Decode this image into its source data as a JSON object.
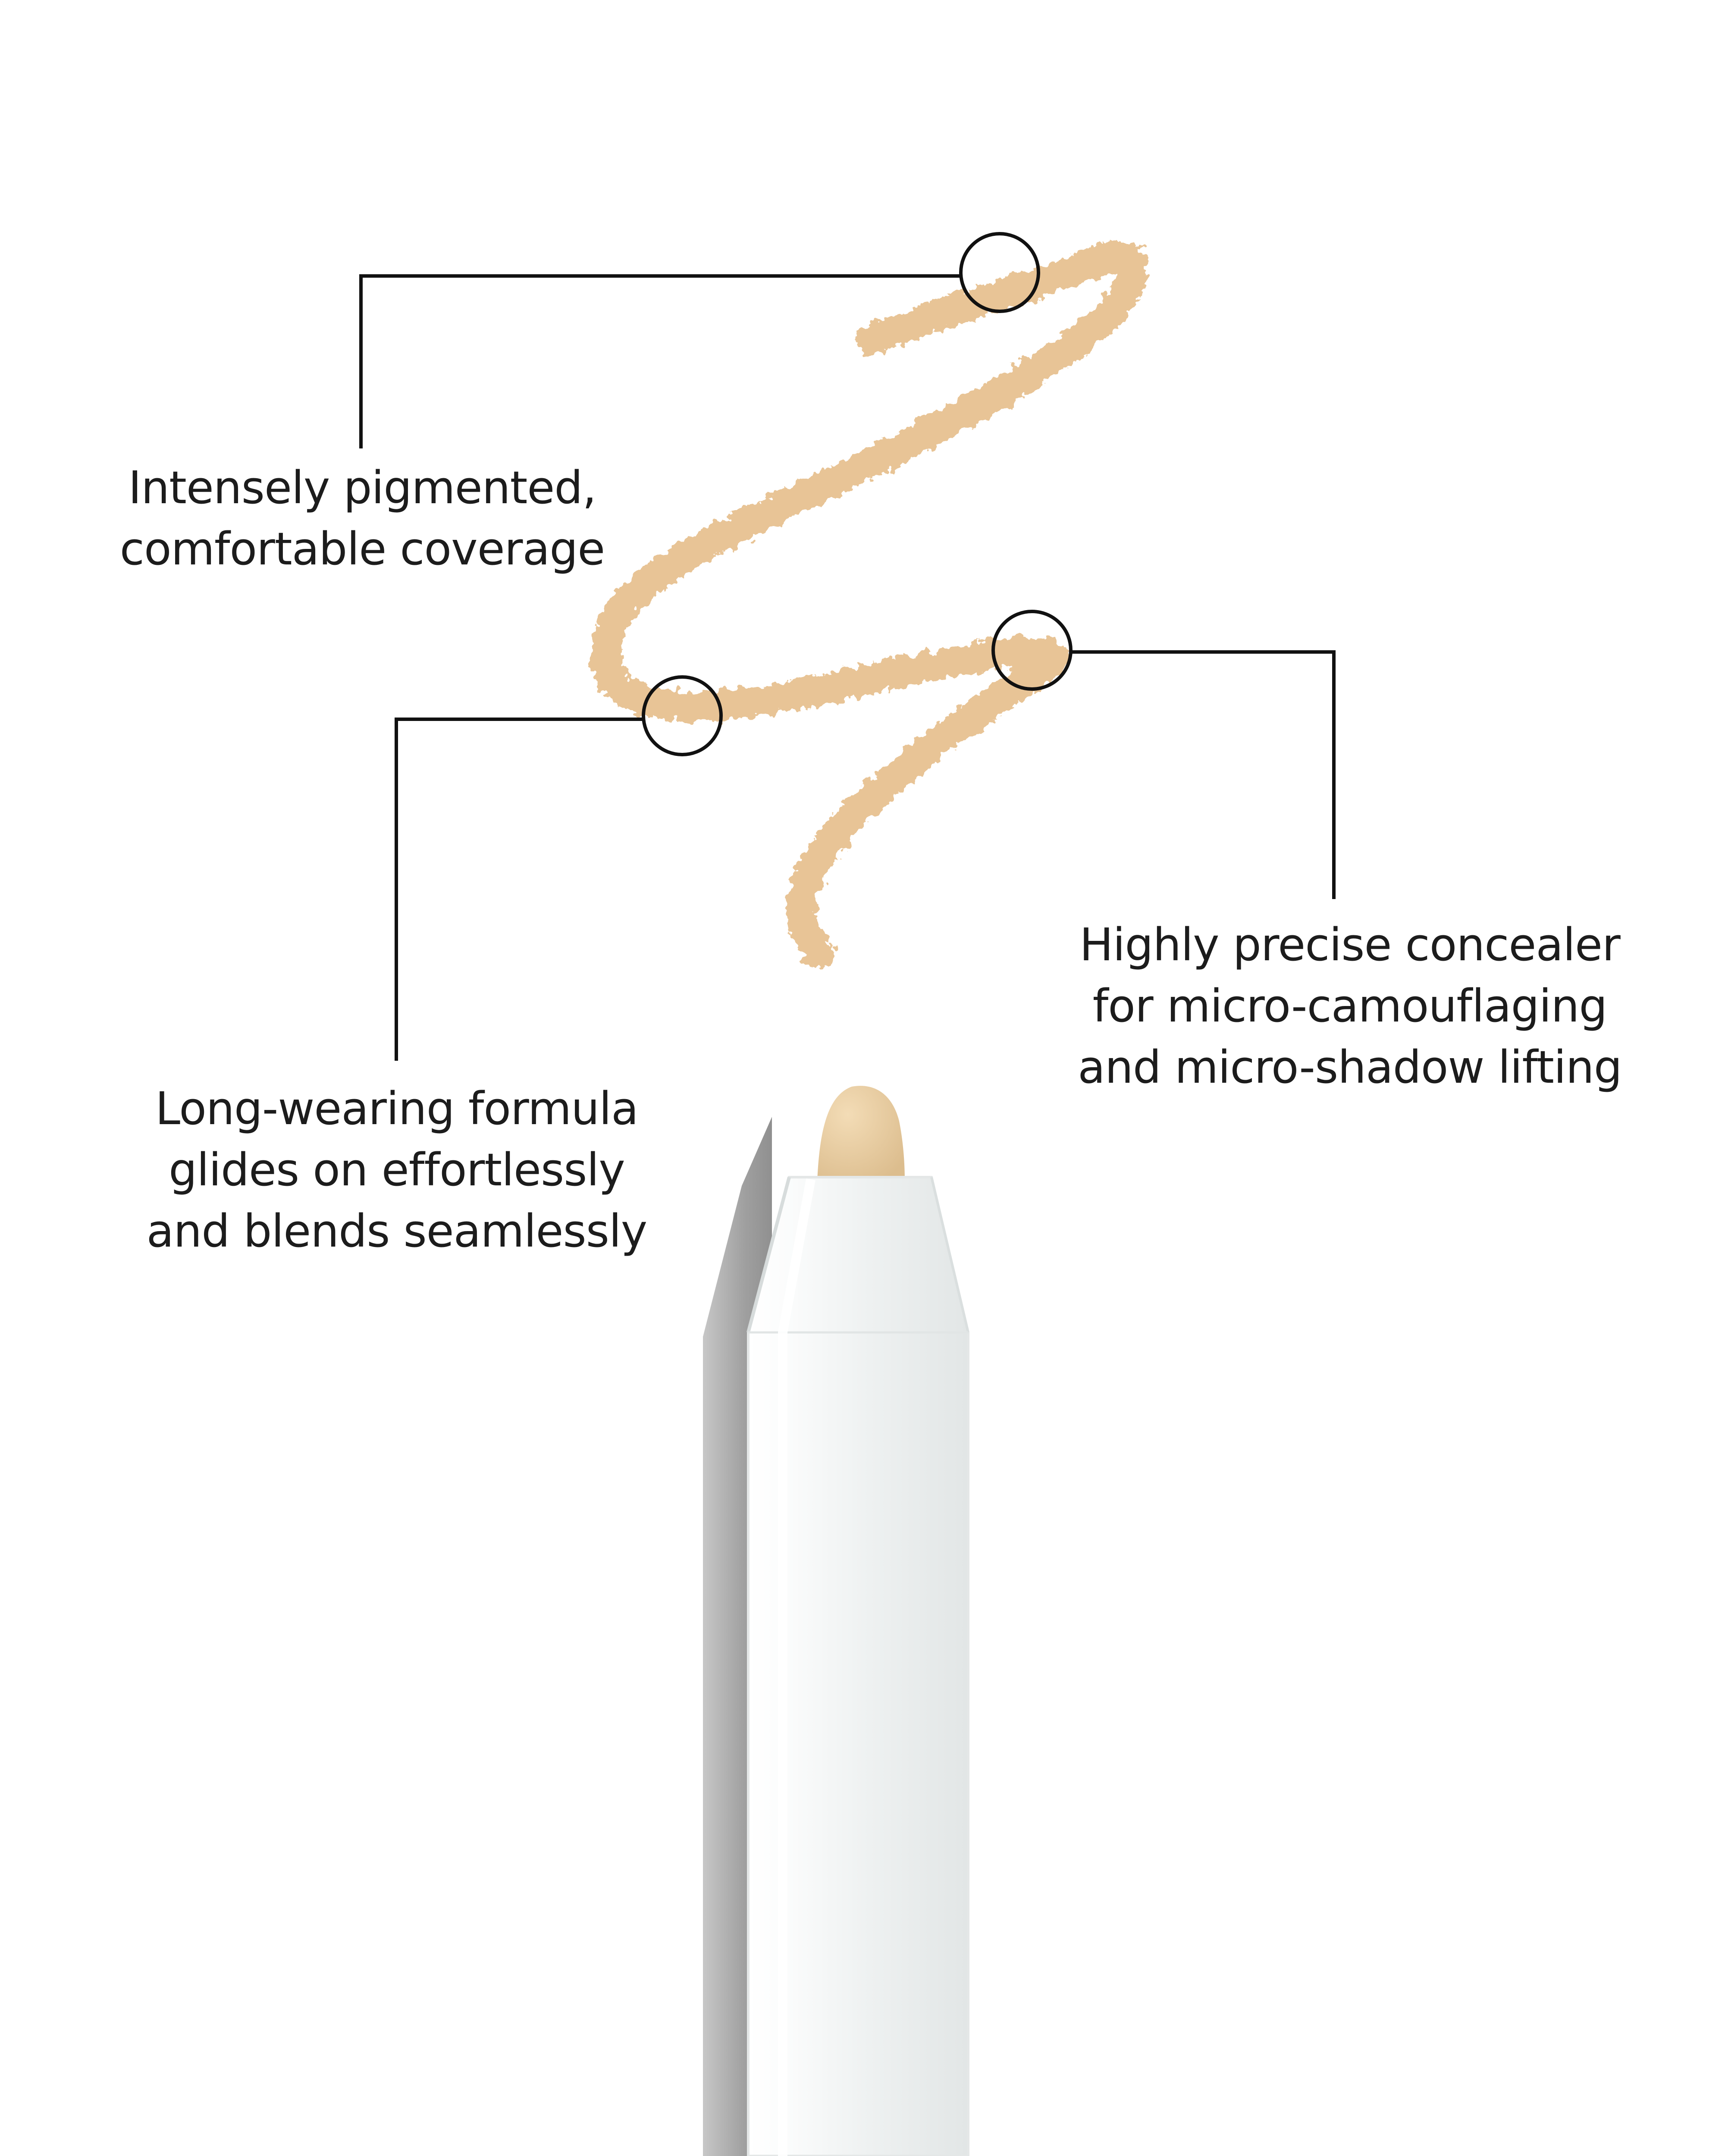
{
  "callouts": {
    "pigmented": {
      "lines": [
        "Intensely pigmented,",
        "comfortable coverage"
      ]
    },
    "long_wearing": {
      "lines": [
        "Long-wearing formula",
        "glides on effortlessly",
        "and blends seamlessly"
      ]
    },
    "precise": {
      "lines": [
        "Highly precise concealer",
        "for micro-camouflaging",
        "and micro-shadow lifting"
      ]
    }
  },
  "colors": {
    "background": "#ffffff",
    "swatch": "#e8c496",
    "pencil_tip": "#e9cfa5",
    "pencil_body": "#f1f3f3",
    "pencil_shadow": "#9a9a9a",
    "text": "#1c1c1c",
    "callout_line": "#111111"
  }
}
